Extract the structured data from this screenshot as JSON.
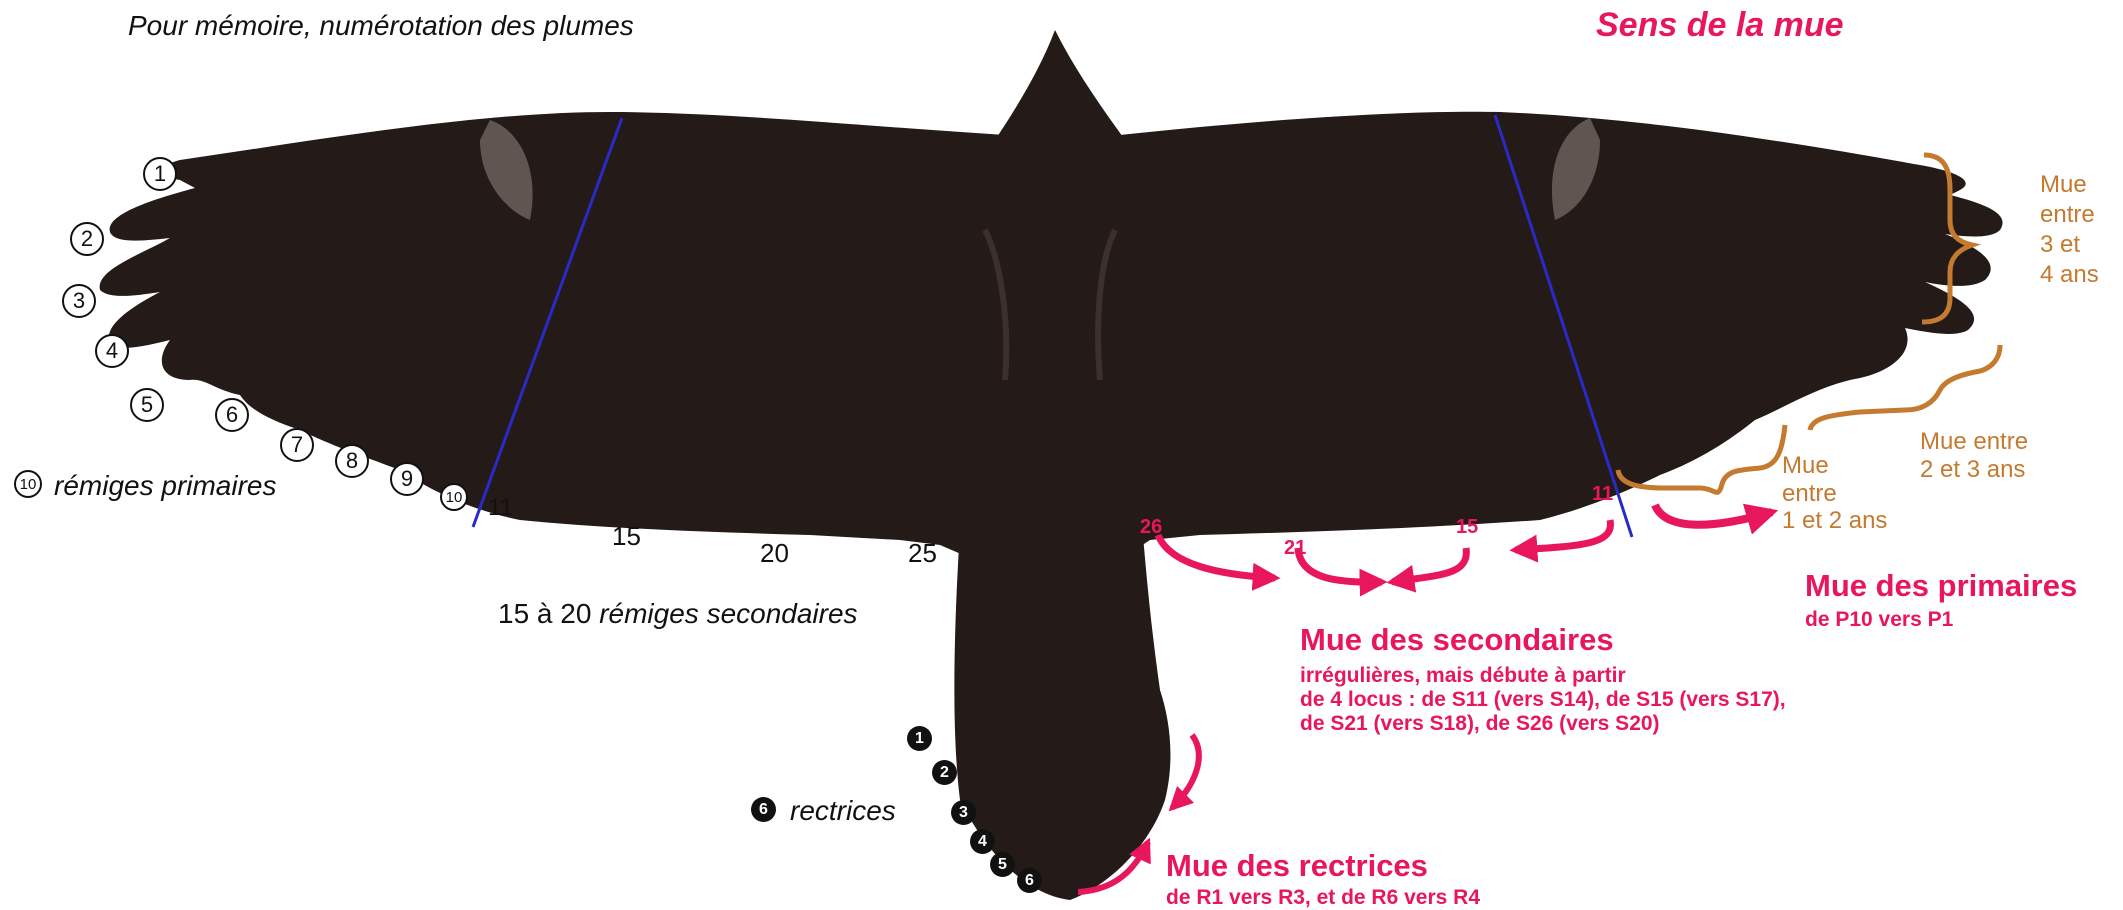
{
  "header_left": "Pour mémoire, numérotation des plumes",
  "header_right": "Sens de la mue",
  "primaries": {
    "numbers": [
      "1",
      "2",
      "3",
      "4",
      "5",
      "6",
      "7",
      "8",
      "9",
      "10"
    ],
    "legend_badge": "10",
    "legend_text": "rémiges primaires"
  },
  "secondaries": {
    "numbers": [
      "11",
      "15",
      "20",
      "25"
    ],
    "legend_prefix": "15 à 20",
    "legend_text": "rémiges secondaires"
  },
  "rectrices": {
    "numbers": [
      "1",
      "2",
      "3",
      "4",
      "5",
      "6"
    ],
    "legend_badge": "6",
    "legend_text": "rectrices"
  },
  "wing_labels": [
    "26",
    "21",
    "15",
    "11"
  ],
  "mue_secondaires": {
    "title": "Mue des secondaires",
    "line1": "irrégulières, mais débute à partir",
    "line2": "de 4 locus : de S11 (vers S14), de S15 (vers S17),",
    "line3": "de S21 (vers S18), de S26 (vers S20)"
  },
  "mue_primaires": {
    "title": "Mue des primaires",
    "sub": "de P10 vers P1"
  },
  "mue_rectrices": {
    "title": "Mue des rectrices",
    "sub": "de R1 vers R3, et de R6 vers R4"
  },
  "age_groups": [
    {
      "lines": [
        "Mue",
        "entre",
        "1 et 2 ans"
      ]
    },
    {
      "lines": [
        "Mue entre",
        "2 et 3 ans"
      ]
    },
    {
      "lines": [
        "Mue",
        "entre",
        "3 et",
        "4 ans"
      ]
    }
  ],
  "colors": {
    "pink": "#e8175d",
    "orange": "#c47a2f",
    "bird": "#241a17",
    "blue_line": "#2a2ac8"
  }
}
